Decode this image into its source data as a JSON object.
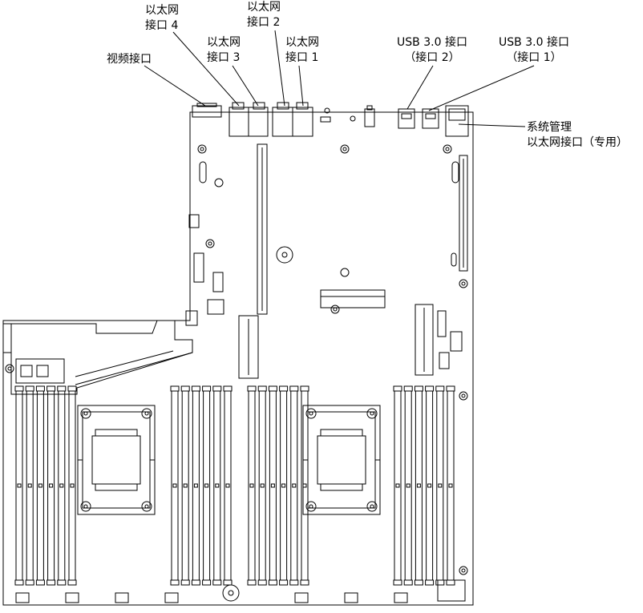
{
  "labels": {
    "video": {
      "line1": "视频接口"
    },
    "eth4": {
      "line1": "以太网",
      "line2": "接口 4"
    },
    "eth3": {
      "line1": "以太网",
      "line2": "接口 3"
    },
    "eth2": {
      "line1": "以太网",
      "line2": "接口 2"
    },
    "eth1": {
      "line1": "以太网",
      "line2": "接口 1"
    },
    "usb2": {
      "line1": "USB 3.0 接口",
      "line2": "（接口 2）"
    },
    "usb1": {
      "line1": "USB 3.0 接口",
      "line2": "（接口 1）"
    },
    "mgmt": {
      "line1": "系统管理",
      "line2": "以太网接口（专用）"
    }
  },
  "colors": {
    "line": "#000000",
    "background": "#ffffff"
  }
}
